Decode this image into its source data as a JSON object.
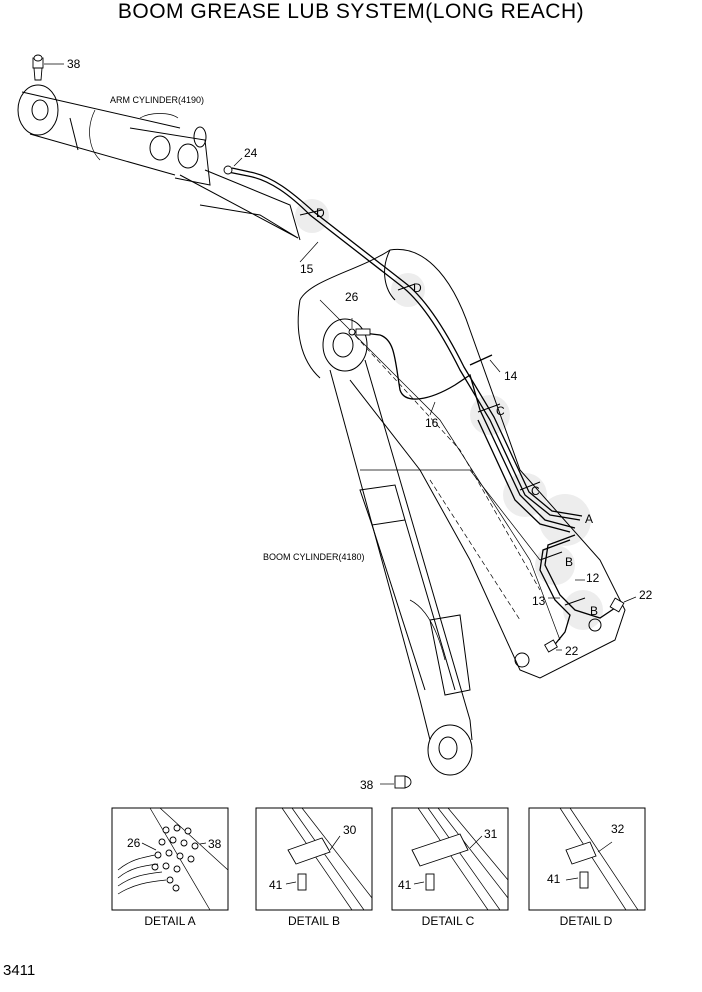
{
  "title": "BOOM GREASE LUB SYSTEM(LONG REACH)",
  "page_number": "3411",
  "labels": {
    "arm_cylinder": "ARM CYLINDER(4190)",
    "boom_cylinder": "BOOM CYLINDER(4180)"
  },
  "callouts": {
    "p38_top": "38",
    "p24": "24",
    "p15": "15",
    "p26": "26",
    "p16": "16",
    "p14": "14",
    "p12": "12",
    "p13": "13",
    "p22_right": "22",
    "p22_bottom": "22",
    "p38_bottom": "38"
  },
  "detail_markers": {
    "d_upper": "D",
    "d_lower": "D",
    "c_upper": "C",
    "c_lower": "C",
    "a": "A",
    "b_upper": "B",
    "b_lower": "B"
  },
  "details": [
    {
      "caption": "DETAIL A",
      "parts": [
        "26",
        "38"
      ]
    },
    {
      "caption": "DETAIL B",
      "parts": [
        "30",
        "41"
      ]
    },
    {
      "caption": "DETAIL C",
      "parts": [
        "31",
        "41"
      ]
    },
    {
      "caption": "DETAIL D",
      "parts": [
        "32",
        "41"
      ]
    }
  ]
}
